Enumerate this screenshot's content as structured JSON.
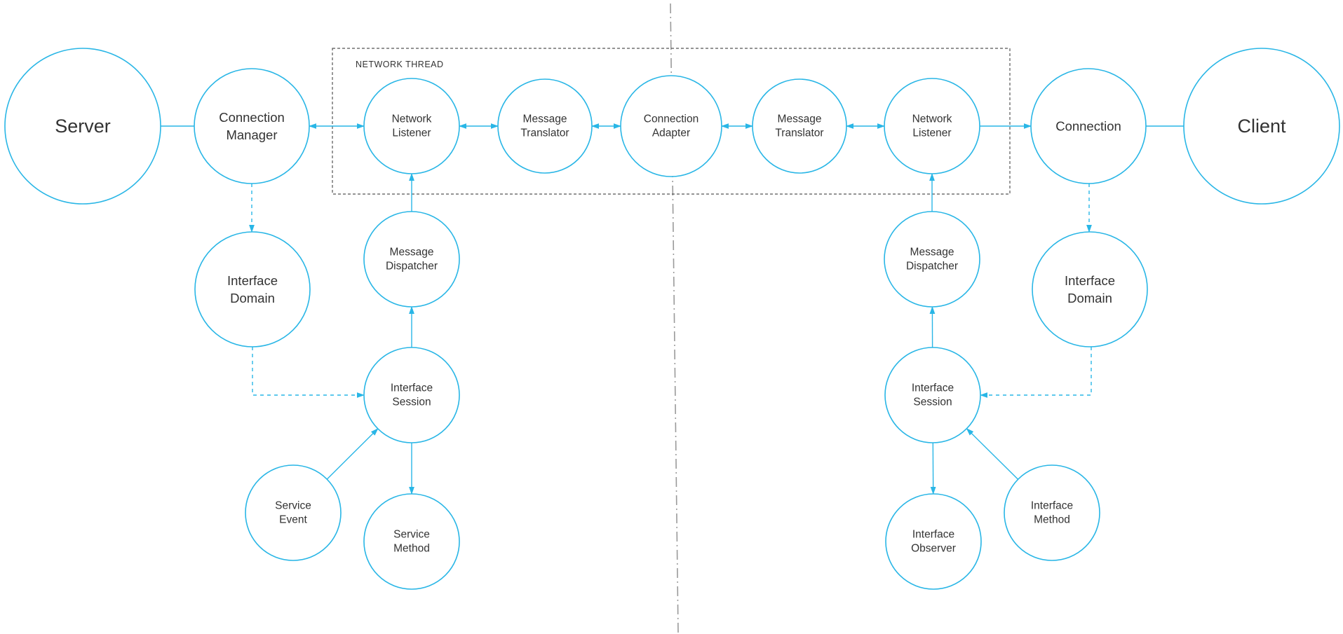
{
  "network_thread": {
    "label": "NETWORK THREAD"
  },
  "nodes": {
    "server": {
      "lines": [
        "Server"
      ]
    },
    "s_conn_manager": {
      "lines": [
        "Connection",
        "Manager"
      ]
    },
    "s_net_listener": {
      "lines": [
        "Network",
        "Listener"
      ]
    },
    "s_msg_translator": {
      "lines": [
        "Message",
        "Translator"
      ]
    },
    "conn_adapter": {
      "lines": [
        "Connection",
        "Adapter"
      ]
    },
    "c_msg_translator": {
      "lines": [
        "Message",
        "Translator"
      ]
    },
    "c_net_listener": {
      "lines": [
        "Network",
        "Listener"
      ]
    },
    "c_connection": {
      "lines": [
        "Connection"
      ]
    },
    "client": {
      "lines": [
        "Client"
      ]
    },
    "s_iface_domain": {
      "lines": [
        "Interface",
        "Domain"
      ]
    },
    "s_msg_dispatcher": {
      "lines": [
        "Message",
        "Dispatcher"
      ]
    },
    "c_msg_dispatcher": {
      "lines": [
        "Message",
        "Dispatcher"
      ]
    },
    "c_iface_domain": {
      "lines": [
        "Interface",
        "Domain"
      ]
    },
    "s_iface_session": {
      "lines": [
        "Interface",
        "Session"
      ]
    },
    "c_iface_session": {
      "lines": [
        "Interface",
        "Session"
      ]
    },
    "s_service_event": {
      "lines": [
        "Service",
        "Event"
      ]
    },
    "s_service_method": {
      "lines": [
        "Service",
        "Method"
      ]
    },
    "c_iface_observer": {
      "lines": [
        "Interface",
        "Observer"
      ]
    },
    "c_iface_method": {
      "lines": [
        "Interface",
        "Method"
      ]
    }
  },
  "edges": [
    {
      "from": "server",
      "to": "s_conn_manager",
      "style": "solid",
      "arrow": "none"
    },
    {
      "from": "s_conn_manager",
      "to": "s_net_listener",
      "style": "solid",
      "arrow": "both"
    },
    {
      "from": "s_net_listener",
      "to": "s_msg_translator",
      "style": "solid",
      "arrow": "both"
    },
    {
      "from": "s_msg_translator",
      "to": "conn_adapter",
      "style": "solid",
      "arrow": "both"
    },
    {
      "from": "conn_adapter",
      "to": "c_msg_translator",
      "style": "solid",
      "arrow": "both"
    },
    {
      "from": "c_msg_translator",
      "to": "c_net_listener",
      "style": "solid",
      "arrow": "both"
    },
    {
      "from": "c_net_listener",
      "to": "c_connection",
      "style": "solid",
      "arrow": "end"
    },
    {
      "from": "c_connection",
      "to": "client",
      "style": "solid",
      "arrow": "none"
    },
    {
      "from": "s_conn_manager",
      "to": "s_iface_domain",
      "style": "dashed",
      "arrow": "end"
    },
    {
      "from": "s_iface_domain",
      "to": "s_iface_session",
      "style": "dashed",
      "arrow": "end"
    },
    {
      "from": "s_msg_dispatcher",
      "to": "s_net_listener",
      "style": "solid",
      "arrow": "end"
    },
    {
      "from": "s_iface_session",
      "to": "s_msg_dispatcher",
      "style": "solid",
      "arrow": "end"
    },
    {
      "from": "s_service_event",
      "to": "s_iface_session",
      "style": "solid",
      "arrow": "end"
    },
    {
      "from": "s_iface_session",
      "to": "s_service_method",
      "style": "solid",
      "arrow": "end"
    },
    {
      "from": "c_connection",
      "to": "c_iface_domain",
      "style": "dashed",
      "arrow": "end"
    },
    {
      "from": "c_iface_domain",
      "to": "c_iface_session",
      "style": "dashed",
      "arrow": "end"
    },
    {
      "from": "c_msg_dispatcher",
      "to": "c_net_listener",
      "style": "solid",
      "arrow": "end"
    },
    {
      "from": "c_iface_session",
      "to": "c_msg_dispatcher",
      "style": "solid",
      "arrow": "end"
    },
    {
      "from": "c_iface_method",
      "to": "c_iface_session",
      "style": "solid",
      "arrow": "end"
    },
    {
      "from": "c_iface_session",
      "to": "c_iface_observer",
      "style": "solid",
      "arrow": "end"
    }
  ],
  "colors": {
    "accent": "#29b6e6",
    "text": "#333333",
    "box": "#555555",
    "divider": "#9a9a9a"
  }
}
